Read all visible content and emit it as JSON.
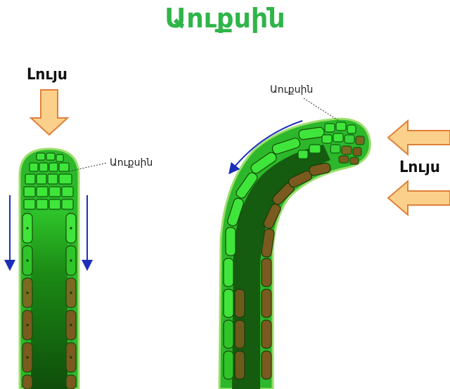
{
  "title": "Աուքսին",
  "left_panel": {
    "light_label": "Լույս",
    "auxin_label": "Աուքսին"
  },
  "right_panel": {
    "light_label": "Լույս",
    "auxin_label": "Աուքսին"
  },
  "colors": {
    "title": "#2fb54a",
    "cell_bright": "#39d33a",
    "cell_dark": "#7a5a1e",
    "core": "#176b12",
    "arrow_fill": "#fbd08a",
    "arrow_stroke": "#e0803a",
    "flow_arrow": "#1c2fb8"
  }
}
